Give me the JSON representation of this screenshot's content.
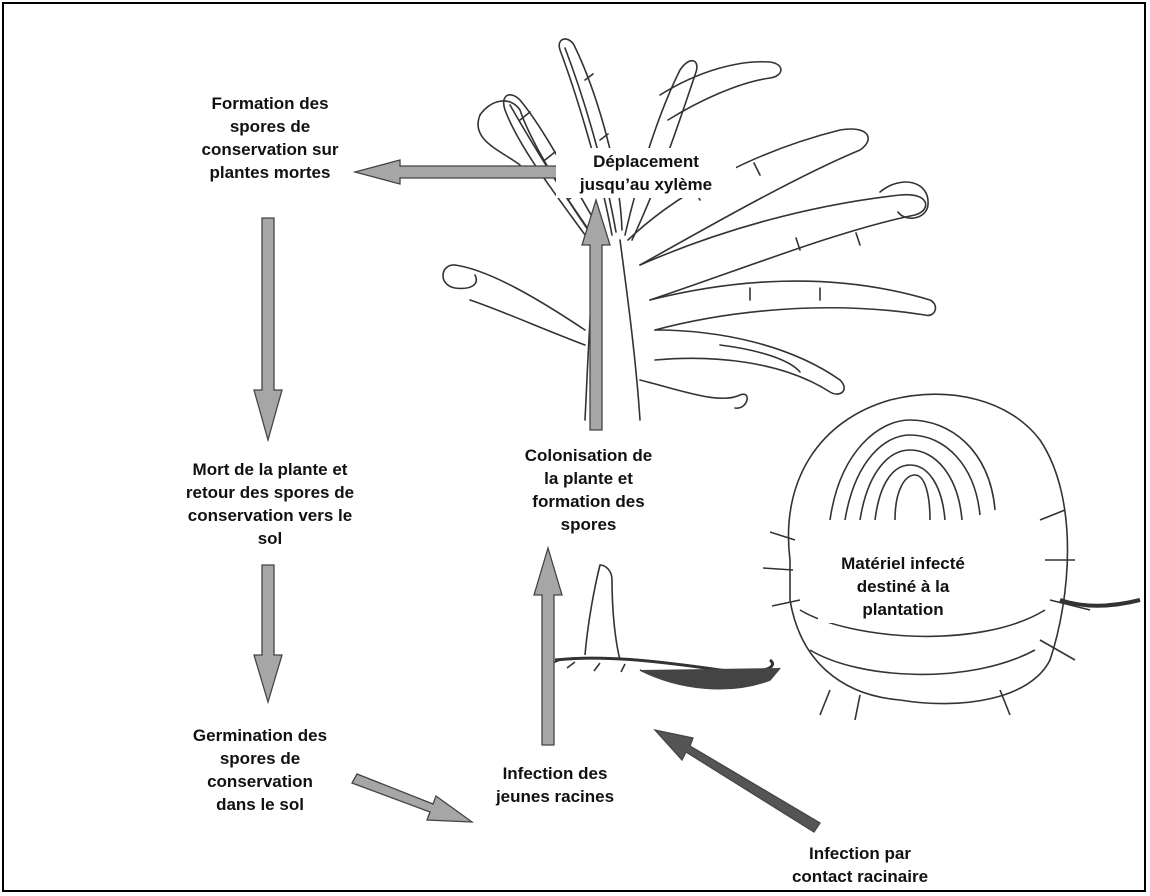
{
  "labels": {
    "formation_spores": "Formation des\nspores de\nconservation sur\nplantes mortes",
    "deplacement_xyleme": "Déplacement\njusqu’au xylème",
    "mort_plante": "Mort de la plante et\nretour des spores de\nconservation vers le\nsol",
    "colonisation": "Colonisation de\nla plante et\nformation des\nspores",
    "materiel_infecte": "Matériel infecté\ndestiné à la\nplantation",
    "germination": "Germination des\nspores de\nconservation\ndans le sol",
    "infection_jeunes_racines": "Infection des\njeunes racines",
    "infection_contact": "Infection par\ncontact racinaire"
  },
  "colors": {
    "arrow_fill": "#a6a6a6",
    "arrow_dark": "#555555",
    "outline": "#333333",
    "border": "#000000"
  }
}
